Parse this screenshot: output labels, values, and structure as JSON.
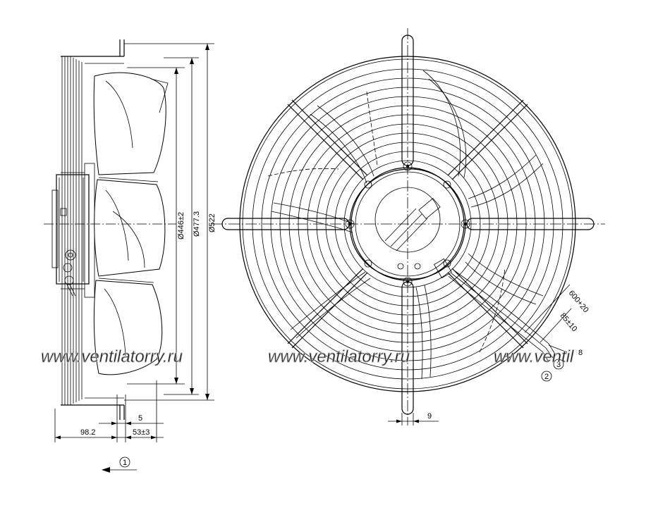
{
  "diagram": {
    "labels": {
      "dia_446": "Ø446±2",
      "dia_477": "Ø477.3",
      "dia_522": "Ø522",
      "dim_5": "5",
      "dim_98": "98.2",
      "dim_53": "53±3",
      "dim_9": "9",
      "dim_600": "600+20",
      "dim_85": "85±10",
      "dim_8": "8"
    },
    "callouts": {
      "c1": "1",
      "c2": "2",
      "c3": "3"
    },
    "watermark": {
      "text1": "www.ventilatorry.ru",
      "text2": "www.ventilatorry.ru",
      "text3": "www.ventil"
    },
    "colors": {
      "line": "#000000",
      "watermark": "#bdbdbd"
    }
  }
}
